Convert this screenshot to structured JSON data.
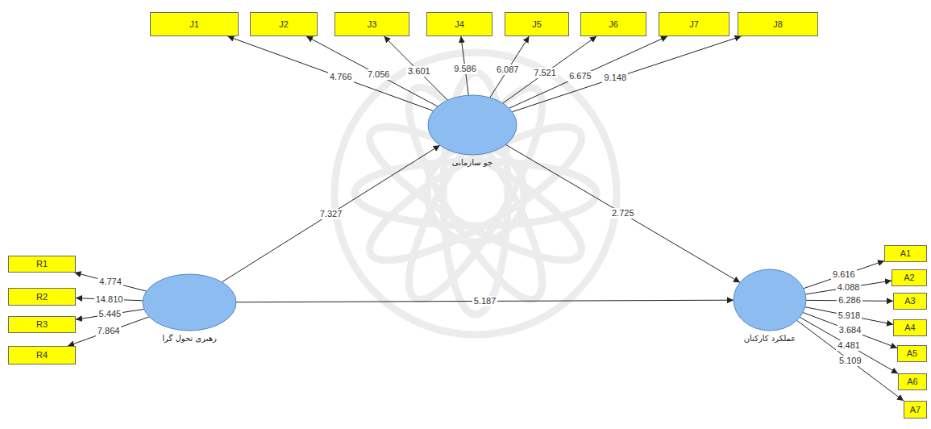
{
  "diagram": {
    "nodes": [
      {
        "text": [
          "J1"
        ]
      },
      {
        "text": [
          "J2"
        ]
      },
      {
        "text": [
          "J3"
        ]
      },
      {
        "text": [
          "J4"
        ]
      },
      {
        "text": [
          "J5"
        ]
      },
      {
        "text": [
          "J6"
        ]
      },
      {
        "text": [
          "J7"
        ]
      },
      {
        "text": [
          "J8"
        ]
      },
      {
        "text": [
          "جو سازمانی"
        ]
      },
      {
        "text": [
          "R1"
        ]
      },
      {
        "text": [
          "R2"
        ]
      },
      {
        "text": [
          "R3"
        ]
      },
      {
        "text": [
          "R4"
        ]
      },
      {
        "text": [
          "رهبری تحول گرا"
        ]
      },
      {
        "text": [
          "عملکرد کارکنان"
        ]
      },
      {
        "text": [
          "A1"
        ]
      },
      {
        "text": [
          "A2"
        ]
      },
      {
        "text": [
          "A3"
        ]
      },
      {
        "text": [
          "A4"
        ]
      },
      {
        "text": [
          "A5"
        ]
      },
      {
        "text": [
          "A6"
        ]
      },
      {
        "text": [
          "A7"
        ]
      }
    ],
    "edges": [
      {
        "from": 8,
        "to": 0,
        "label": "4.766",
        "arrow": "to"
      },
      {
        "from": 8,
        "to": 1,
        "label": "7.056",
        "arrow": "to"
      },
      {
        "from": 8,
        "to": 2,
        "label": "3.601",
        "arrow": "to"
      },
      {
        "from": 8,
        "to": 3,
        "label": "9.586",
        "arrow": "to"
      },
      {
        "from": 8,
        "to": 4,
        "label": "6.087",
        "arrow": "to"
      },
      {
        "from": 8,
        "to": 5,
        "label": "7.521",
        "arrow": "to"
      },
      {
        "from": 8,
        "to": 6,
        "label": "6.675",
        "arrow": "to"
      },
      {
        "from": 8,
        "to": 7,
        "label": "9.148",
        "arrow": "to"
      },
      {
        "from": 13,
        "to": 8,
        "label": "7.327",
        "arrow": "to"
      },
      {
        "from": 8,
        "to": 14,
        "label": "2.725",
        "arrow": "to"
      },
      {
        "from": 13,
        "to": 14,
        "label": "5.187",
        "arrow": "to"
      },
      {
        "from": 13,
        "to": 9,
        "label": "4.774",
        "arrow": "to"
      },
      {
        "from": 13,
        "to": 10,
        "label": "14.810",
        "arrow": "to"
      },
      {
        "from": 13,
        "to": 11,
        "label": "5.445",
        "arrow": "to"
      },
      {
        "from": 13,
        "to": 12,
        "label": "7.864",
        "arrow": "to"
      },
      {
        "from": 14,
        "to": 15,
        "label": "9.616",
        "arrow": "to"
      },
      {
        "from": 14,
        "to": 16,
        "label": "4.088",
        "arrow": "to"
      },
      {
        "from": 14,
        "to": 17,
        "label": "6.286",
        "arrow": "to"
      },
      {
        "from": 14,
        "to": 18,
        "label": "5.918",
        "arrow": "to"
      },
      {
        "from": 14,
        "to": 19,
        "label": "3.684",
        "arrow": "to"
      },
      {
        "from": 14,
        "to": 20,
        "label": "4.481",
        "arrow": "to"
      },
      {
        "from": 14,
        "to": 21,
        "label": "5.109",
        "arrow": "to"
      }
    ]
  }
}
